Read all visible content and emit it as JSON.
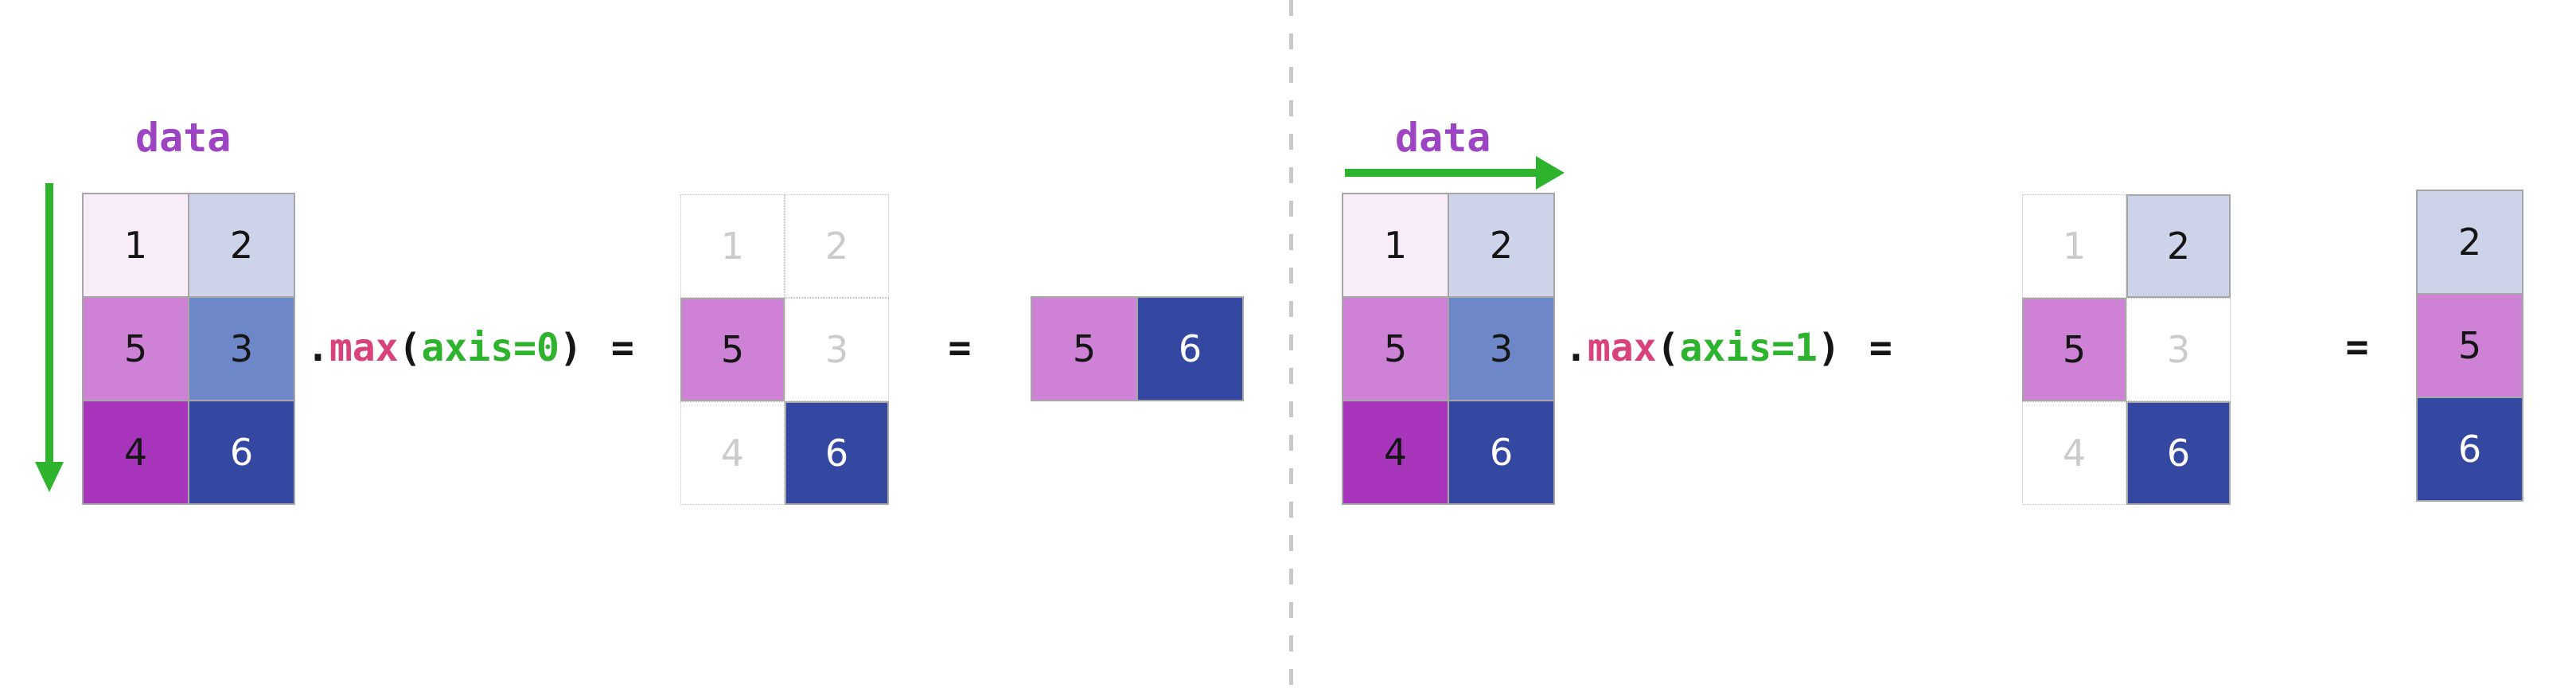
{
  "colors": {
    "label_purple": "#9c44c1",
    "accent_green": "#2db32d",
    "method_pink": "#d9437b",
    "code_black": "#151515",
    "muted_gray": "#cbcbcb",
    "grid_line": "#a6a6a6",
    "dotted_line": "#c3c3c3",
    "divider_gray": "#c9c9c9",
    "cell_pale_pink": "#f7ecf7",
    "cell_light_periwinkle": "#cdd3e9",
    "cell_orchid": "#cd82d6",
    "cell_slate_blue": "#6e87c9",
    "cell_dark_magenta": "#a836bd",
    "cell_dark_blue": "#3447a1"
  },
  "left_panel": {
    "data_label": "data",
    "arrow_direction": "down",
    "expression": {
      "dot": ".",
      "method": "max",
      "open_paren": "(",
      "argument": "axis=0",
      "close_paren": ")",
      "equals": "="
    },
    "result_equals": "=",
    "source_matrix": {
      "rows": [
        [
          {
            "value": "1",
            "bg": "#f7ecf7",
            "fg": "#151515"
          },
          {
            "value": "2",
            "bg": "#cdd3e9",
            "fg": "#151515"
          }
        ],
        [
          {
            "value": "5",
            "bg": "#cd82d6",
            "fg": "#151515"
          },
          {
            "value": "3",
            "bg": "#6e87c9",
            "fg": "#151515"
          }
        ],
        [
          {
            "value": "4",
            "bg": "#a836bd",
            "fg": "#151515"
          },
          {
            "value": "6",
            "bg": "#3447a1",
            "fg": "#ffffff"
          }
        ]
      ]
    },
    "selection_matrix": {
      "rows": [
        [
          {
            "value": "1",
            "bg": "#ffffff",
            "fg": "#cbcbcb",
            "muted": true
          },
          {
            "value": "2",
            "bg": "#ffffff",
            "fg": "#cbcbcb",
            "muted": true
          }
        ],
        [
          {
            "value": "5",
            "bg": "#cd82d6",
            "fg": "#151515",
            "highlighted": true
          },
          {
            "value": "3",
            "bg": "#ffffff",
            "fg": "#cbcbcb",
            "muted": true
          }
        ],
        [
          {
            "value": "4",
            "bg": "#ffffff",
            "fg": "#cbcbcb",
            "muted": true
          },
          {
            "value": "6",
            "bg": "#3447a1",
            "fg": "#ffffff",
            "highlighted": true
          }
        ]
      ]
    },
    "result_matrix": {
      "rows": [
        [
          {
            "value": "5",
            "bg": "#cd82d6",
            "fg": "#151515"
          },
          {
            "value": "6",
            "bg": "#3447a1",
            "fg": "#ffffff"
          }
        ]
      ]
    }
  },
  "right_panel": {
    "data_label": "data",
    "arrow_direction": "right",
    "expression": {
      "dot": ".",
      "method": "max",
      "open_paren": "(",
      "argument": "axis=1",
      "close_paren": ")",
      "equals": "="
    },
    "result_equals": "=",
    "source_matrix": {
      "rows": [
        [
          {
            "value": "1",
            "bg": "#f7ecf7",
            "fg": "#151515"
          },
          {
            "value": "2",
            "bg": "#cdd3e9",
            "fg": "#151515"
          }
        ],
        [
          {
            "value": "5",
            "bg": "#cd82d6",
            "fg": "#151515"
          },
          {
            "value": "3",
            "bg": "#6e87c9",
            "fg": "#151515"
          }
        ],
        [
          {
            "value": "4",
            "bg": "#a836bd",
            "fg": "#151515"
          },
          {
            "value": "6",
            "bg": "#3447a1",
            "fg": "#ffffff"
          }
        ]
      ]
    },
    "selection_matrix": {
      "rows": [
        [
          {
            "value": "1",
            "bg": "#ffffff",
            "fg": "#cbcbcb",
            "muted": true
          },
          {
            "value": "2",
            "bg": "#cdd3e9",
            "fg": "#151515",
            "highlighted": true
          }
        ],
        [
          {
            "value": "5",
            "bg": "#cd82d6",
            "fg": "#151515",
            "highlighted": true
          },
          {
            "value": "3",
            "bg": "#ffffff",
            "fg": "#cbcbcb",
            "muted": true
          }
        ],
        [
          {
            "value": "4",
            "bg": "#ffffff",
            "fg": "#cbcbcb",
            "muted": true
          },
          {
            "value": "6",
            "bg": "#3447a1",
            "fg": "#ffffff",
            "highlighted": true
          }
        ]
      ]
    },
    "result_matrix": {
      "rows": [
        [
          {
            "value": "2",
            "bg": "#cdd3e9",
            "fg": "#151515"
          }
        ],
        [
          {
            "value": "5",
            "bg": "#cd82d6",
            "fg": "#151515"
          }
        ],
        [
          {
            "value": "6",
            "bg": "#3447a1",
            "fg": "#ffffff"
          }
        ]
      ]
    }
  }
}
